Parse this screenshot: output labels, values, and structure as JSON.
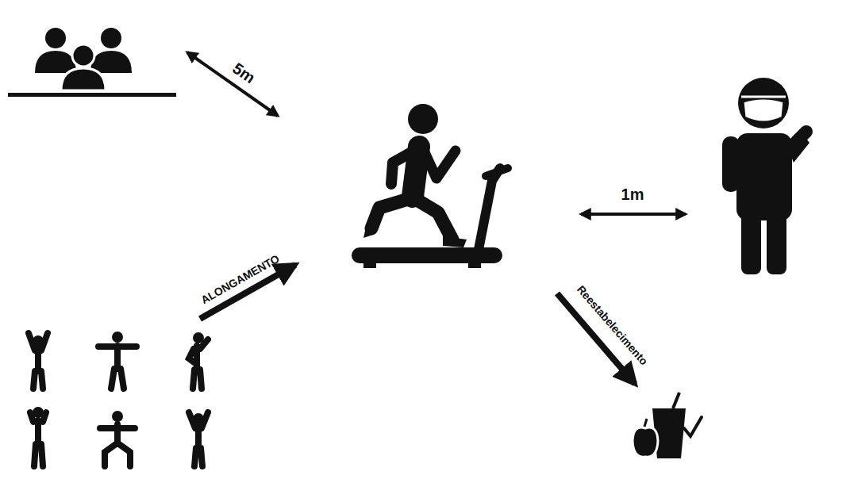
{
  "diagram": {
    "labels": [
      "5m",
      "1m",
      "ALONGAMENTO",
      "Reestabelecimento"
    ]
  }
}
